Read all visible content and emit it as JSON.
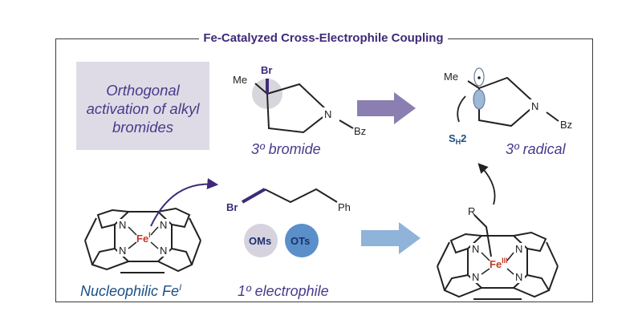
{
  "header": {
    "title": "Fe-Catalyzed Cross-Electrophile Coupling"
  },
  "panel": {
    "text": "Orthogonal activation of alkyl bromides"
  },
  "labels": {
    "bromide": "3º bromide",
    "radical": "3º radical",
    "electrophile": "1º electrophile",
    "nucleophilic": "Nucleophilic Fe",
    "nucleophilic_sup": "I"
  },
  "atoms": {
    "me": "Me",
    "br": "Br",
    "n": "N",
    "bz": "Bz",
    "ph": "Ph",
    "r": "R",
    "fe": "Fe",
    "fe1_sup": "I",
    "fe3_sup": "III"
  },
  "leaving_groups": [
    "OMs",
    "OTs"
  ],
  "mechanism": {
    "sh2": "S",
    "sh2_sub": "H",
    "sh2_tail": "2"
  },
  "colors": {
    "accent": "#3e2a78",
    "panel_bg": "#dedbe6",
    "iron": "#c0392b",
    "arrow_top": "#8a7fb0",
    "arrow_bottom": "#8fb3d9",
    "oms": "#d6d3df",
    "ots": "#5b8fc9"
  }
}
